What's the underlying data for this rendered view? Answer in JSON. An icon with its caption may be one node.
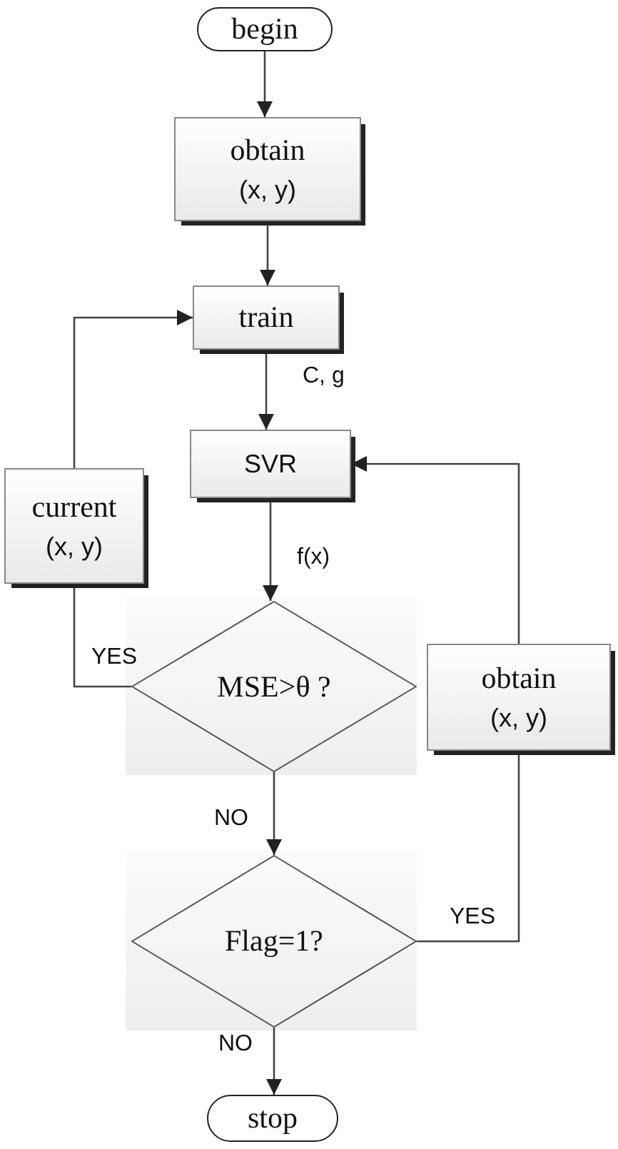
{
  "diagram": {
    "nodes": [
      {
        "text": [
          "begin"
        ]
      },
      {
        "text": [
          "obtain",
          "(x, y)"
        ]
      },
      {
        "text": [
          "train"
        ]
      },
      {
        "text": [
          "SVR"
        ]
      },
      {
        "text": [
          "current",
          "(x, y)"
        ]
      },
      {
        "text": [
          "MSE>θ ?"
        ]
      },
      {
        "text": [
          "obtain",
          "(x, y)"
        ]
      },
      {
        "text": [
          "Flag=1?"
        ]
      },
      {
        "text": [
          "stop"
        ]
      }
    ],
    "edges": [
      {
        "from": 0,
        "to": 1,
        "arrow": "to"
      },
      {
        "from": 1,
        "to": 2,
        "arrow": "to"
      },
      {
        "from": 2,
        "to": 3,
        "arrow": "to",
        "label": "C, g"
      },
      {
        "from": 3,
        "to": 5,
        "arrow": "to",
        "label": "f(x)"
      },
      {
        "from": 5,
        "to": 4,
        "arrow": "none",
        "label": "YES"
      },
      {
        "from": 4,
        "to": 2,
        "arrow": "to"
      },
      {
        "from": 5,
        "to": 7,
        "arrow": "to",
        "label": "NO"
      },
      {
        "from": 7,
        "to": 6,
        "arrow": "none",
        "label": "YES"
      },
      {
        "from": 6,
        "to": 3,
        "arrow": "to"
      },
      {
        "from": 7,
        "to": 8,
        "arrow": "to",
        "label": "NO"
      }
    ]
  }
}
